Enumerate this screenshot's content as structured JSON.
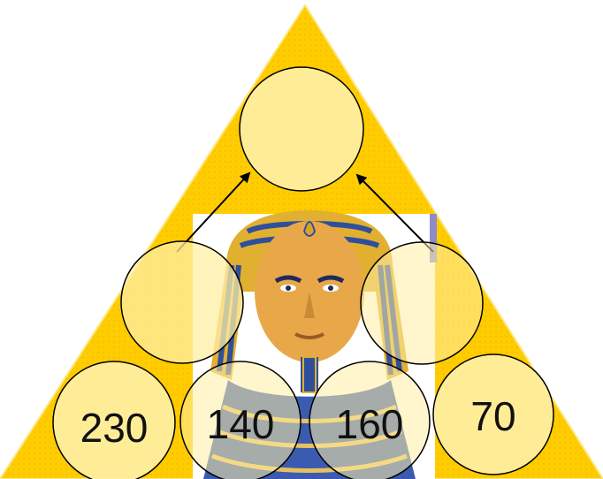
{
  "diagram": {
    "background_color": "#ffffff",
    "pyramid_color": "#FFCC00",
    "pyramid_edge_color": "#FFE680",
    "circle_fill": "#FFEFA6",
    "circle_stroke": "#000000",
    "arrow_color": "#000000",
    "picture": "pharaoh-mask-icon",
    "levels": [
      {
        "level": "top",
        "values": [
          ""
        ]
      },
      {
        "level": "middle",
        "values": [
          "",
          ""
        ]
      },
      {
        "level": "bottom",
        "values": [
          "230",
          "140",
          "160",
          "70"
        ]
      }
    ]
  }
}
